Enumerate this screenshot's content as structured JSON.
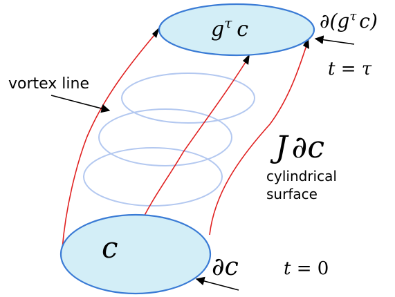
{
  "labels": {
    "top_region": "g",
    "top_region_sup": "τ",
    "top_region_var": "c",
    "top_boundary_prefix": "∂(g",
    "top_boundary_sup": "τ",
    "top_boundary_suffix": "c)",
    "time_top_var": "t",
    "time_top_eq": " = ",
    "time_top_val": "τ",
    "vortex_line": "vortex line",
    "surface_symbol_J": "J",
    "surface_symbol_rest": "∂c",
    "surface_desc_line1": "cylindrical",
    "surface_desc_line2": "surface",
    "bottom_region": "c",
    "bottom_boundary": "∂c",
    "time_bottom_var": "t",
    "time_bottom_eq": " = ",
    "time_bottom_val": "0"
  },
  "colors": {
    "region_fill": "#d3eef7",
    "region_stroke": "#3a7bd5",
    "ghost_ellipse": "#b3c8f0",
    "flow_line": "#e02020",
    "arrow": "#000000"
  }
}
